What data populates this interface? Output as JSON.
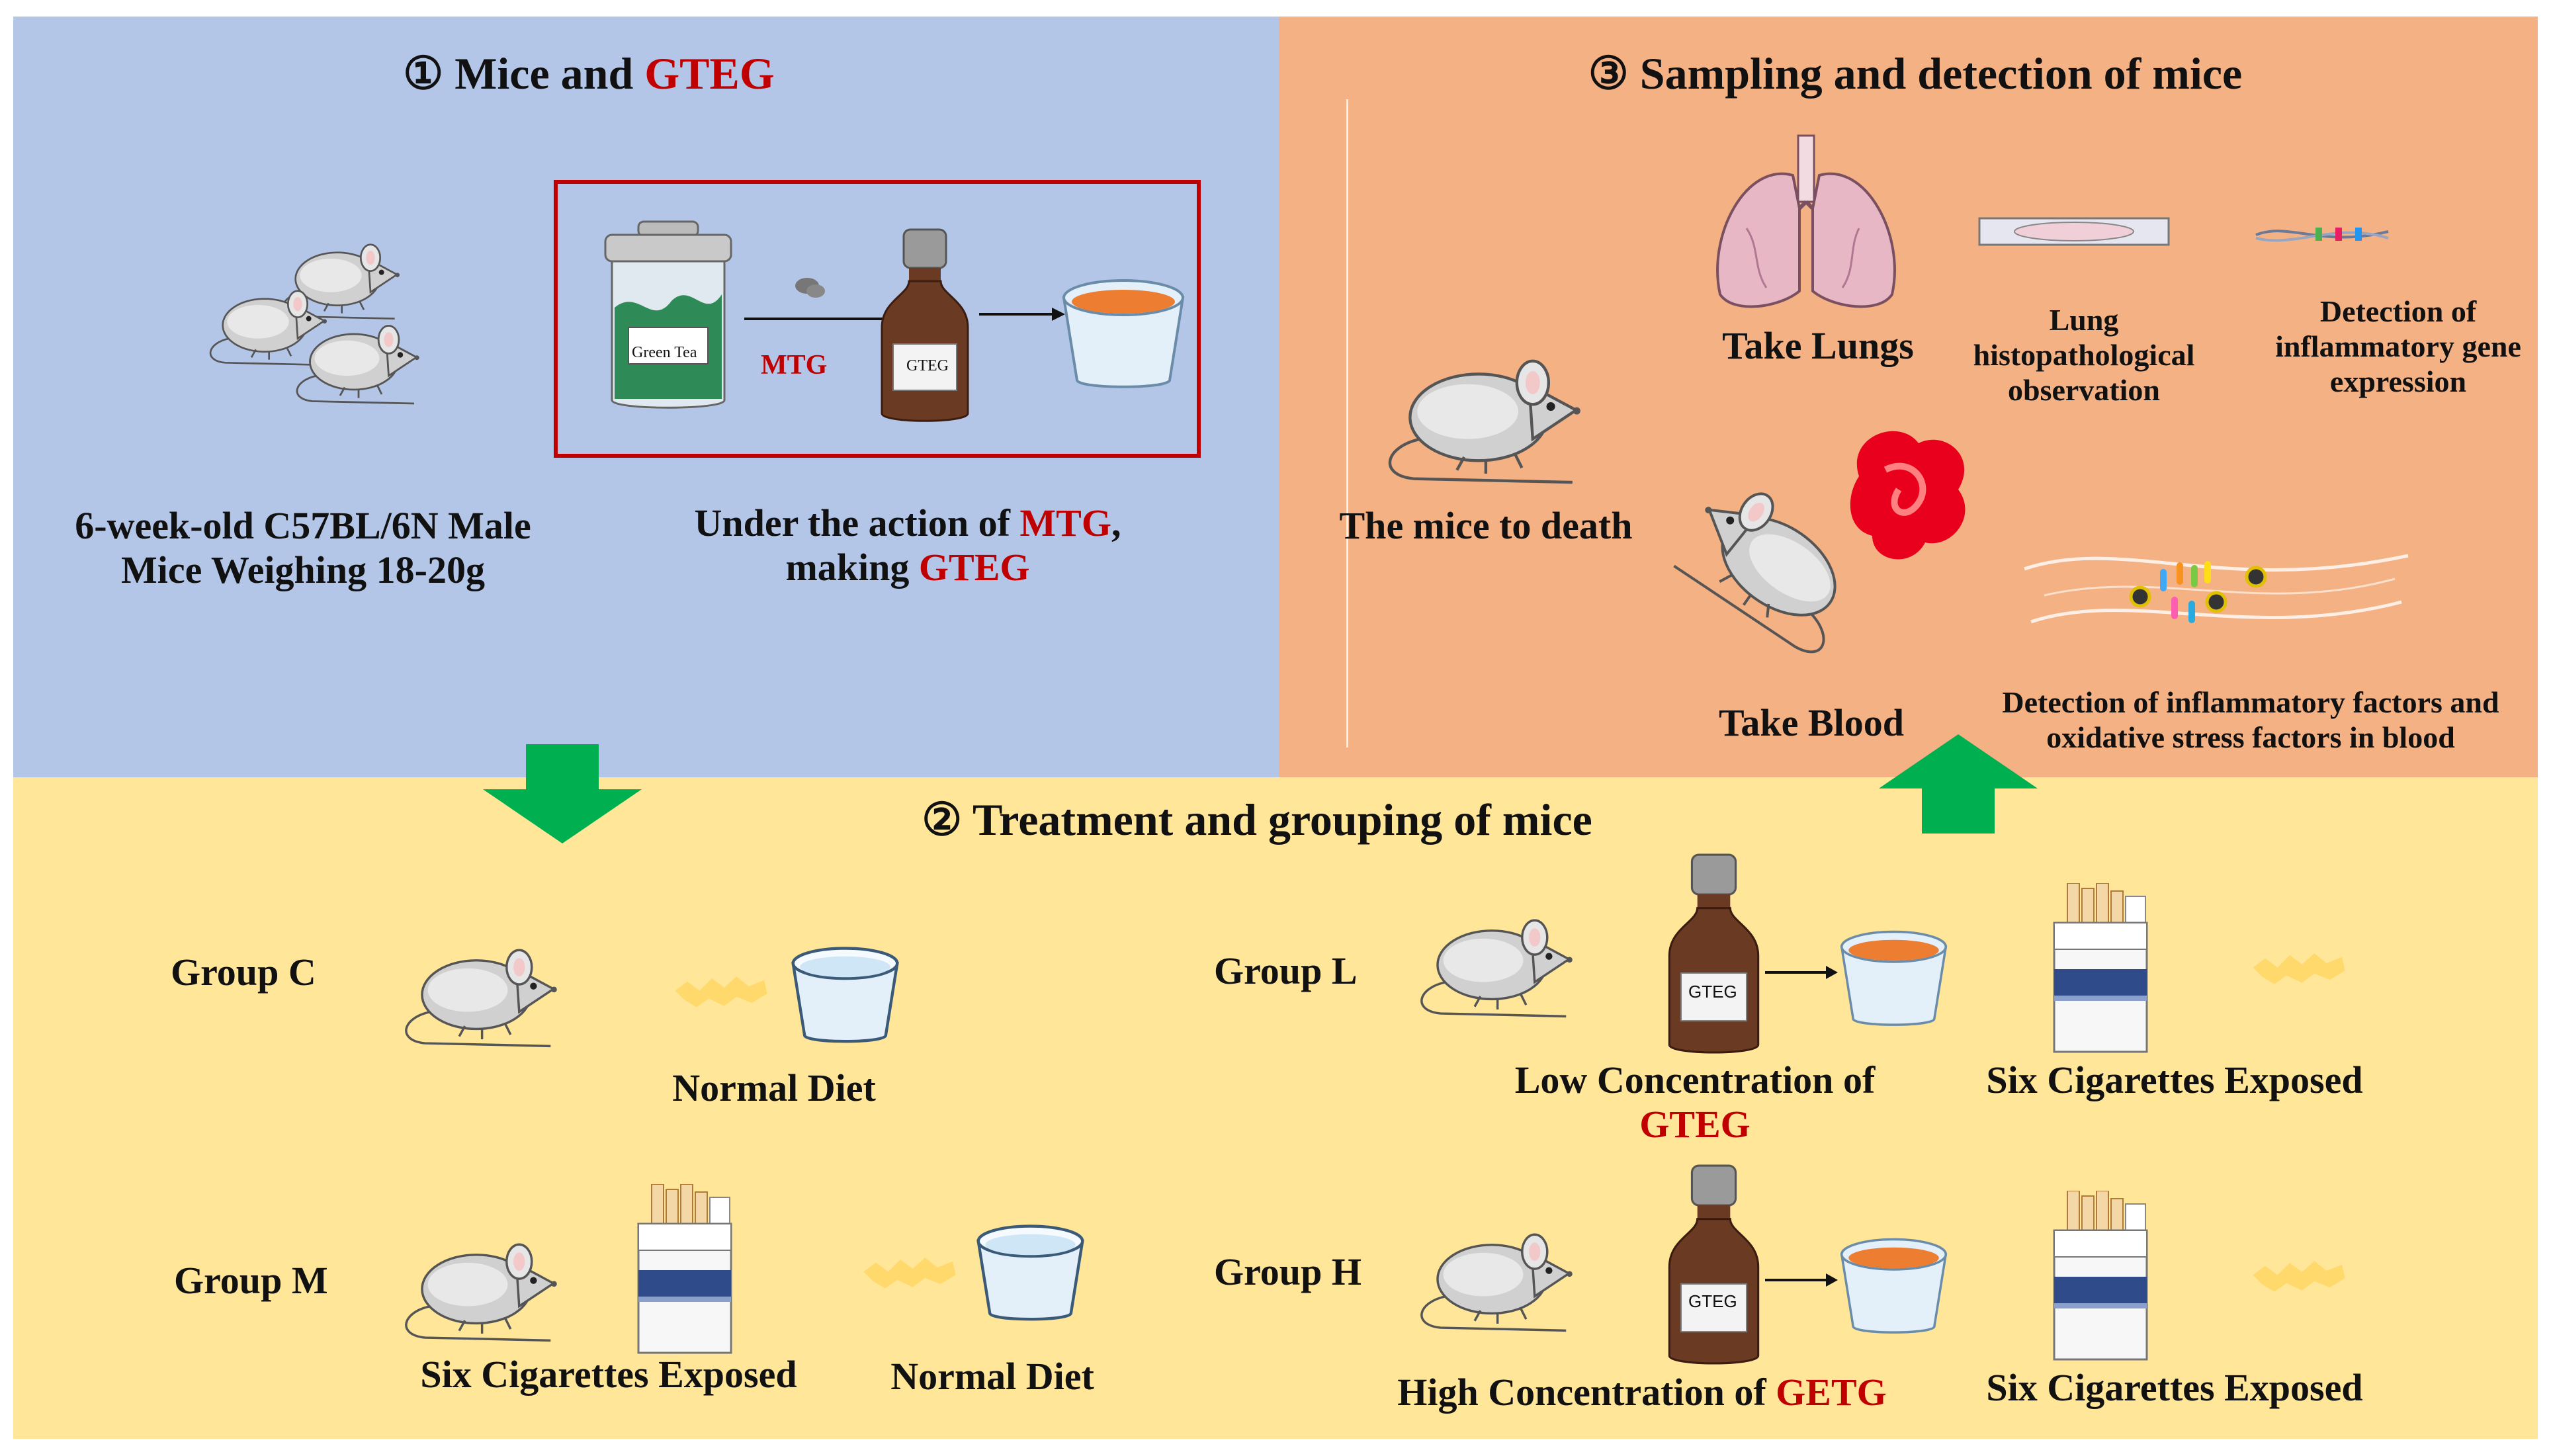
{
  "section1": {
    "number": "①",
    "title_main": "Mice and ",
    "title_highlight": "GTEG",
    "mice_caption_line1": "6-week-old C57BL/6N Male",
    "mice_caption_line2": "Mice Weighing 18-20g",
    "jar_label": "Green Tea",
    "arrow_label": "MTG",
    "bottle_label": "GTEG",
    "action_caption_prefix": "Under the action of ",
    "action_caption_mtg": "MTG",
    "action_caption_comma": ",",
    "action_caption_line2_prefix": "making ",
    "action_caption_gteg": "GTEG"
  },
  "section2": {
    "number": "②",
    "title": "Treatment and grouping of mice",
    "group_c": {
      "name": "Group C",
      "diet": "Normal Diet"
    },
    "group_m": {
      "name": "Group M",
      "smoke": "Six Cigarettes Exposed",
      "diet": "Normal Diet"
    },
    "group_l": {
      "name": "Group L",
      "bottle_label": "GTEG",
      "conc_line1": "Low Concentration of",
      "conc_line2": "GTEG",
      "smoke": "Six Cigarettes Exposed"
    },
    "group_h": {
      "name": "Group H",
      "bottle_label": "GTEG",
      "conc_prefix": "High Concentration of ",
      "conc_highlight": "GETG",
      "smoke": "Six Cigarettes Exposed"
    }
  },
  "section3": {
    "number": "③",
    "title": "Sampling and detection of mice",
    "mouse_caption": "The mice to death",
    "take_lungs": "Take Lungs",
    "lung_histo_line1": "Lung",
    "lung_histo_line2": "histopathological",
    "lung_histo_line3": "observation",
    "gene_line1": "Detection of",
    "gene_line2": "inflammatory gene",
    "gene_line3": "expression",
    "take_blood": "Take Blood",
    "blood_line1": "Detection of inflammatory factors and",
    "blood_line2": "oxidative stress factors in blood"
  },
  "colors": {
    "panel1_bg": "#b4c6e7",
    "panel2_bg": "#ffe699",
    "panel3_bg": "#f4b183",
    "highlight_red": "#c00000",
    "arrow_green": "#00b050"
  }
}
